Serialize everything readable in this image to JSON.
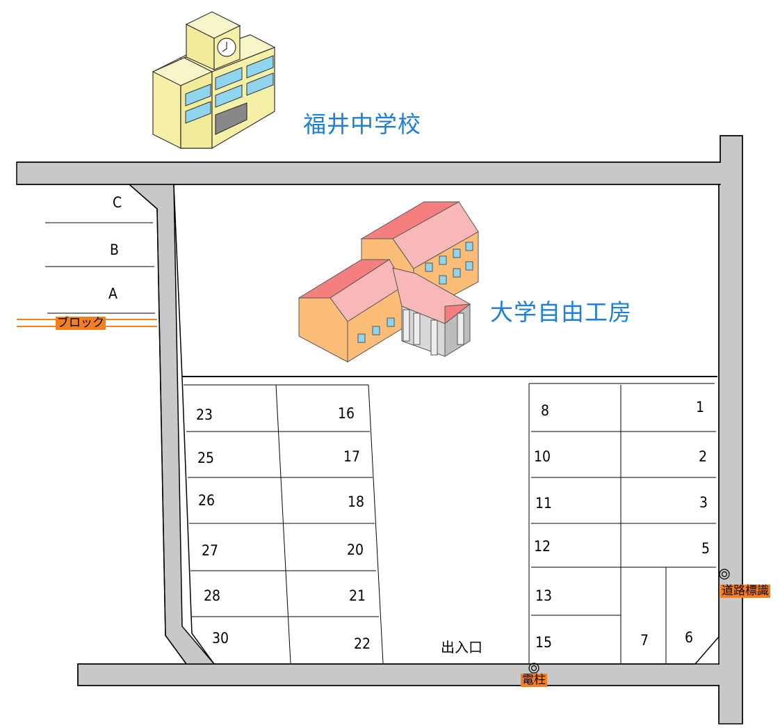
{
  "buildings": {
    "school_name": "福井中学校",
    "studio_name": "大学自由工房"
  },
  "landmarks": {
    "block": "ブロック",
    "sign": "道路標識",
    "pole": "電柱",
    "entrance": "出入口"
  },
  "left_lots": {
    "c": "C",
    "b": "B",
    "a": "A"
  },
  "slots": {
    "s23": "23",
    "s25": "25",
    "s26": "26",
    "s27": "27",
    "s28": "28",
    "s30": "30",
    "s16": "16",
    "s17": "17",
    "s18": "18",
    "s20": "20",
    "s21": "21",
    "s22": "22",
    "s8": "8",
    "s10": "10",
    "s11": "11",
    "s12": "12",
    "s13": "13",
    "s15": "15",
    "s1": "1",
    "s2": "2",
    "s3": "3",
    "s5": "5",
    "s7": "7",
    "s6": "6"
  },
  "colors": {
    "road": "#c8c8c8",
    "title": "#1e7fd6",
    "tag": "#f57f20",
    "school_wall": "#f6f0a6",
    "studio_roof": "#f9b8b8",
    "studio_wall": "#fbbd78"
  }
}
